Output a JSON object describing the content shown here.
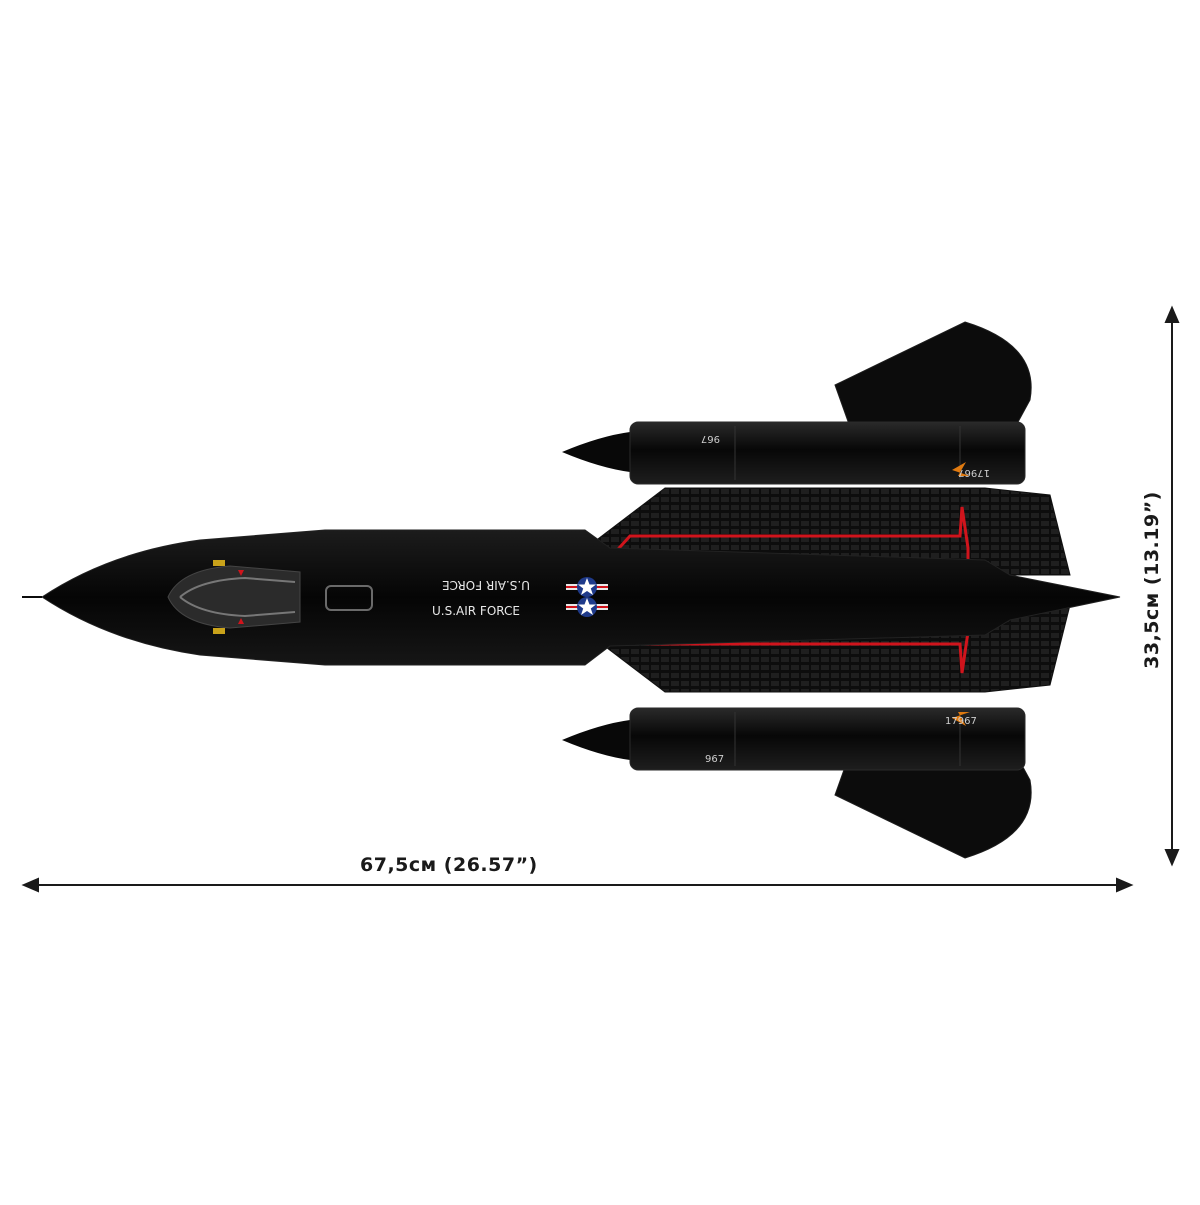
{
  "dimensions": {
    "length_label": "67,5см (26.57”)",
    "height_label": "33,5см (13.19”)"
  },
  "aircraft": {
    "markings": {
      "top_text_mirrored": "U.S.AIR FORCE",
      "bottom_text": "U.S.AIR FORCE",
      "nacelle_number": "967",
      "tail_serial": "17967"
    }
  },
  "colors": {
    "background": "#ffffff",
    "aircraft_body": "#0b0b0b",
    "accent_red": "#d0141c",
    "arrow": "#1a1a1a"
  }
}
